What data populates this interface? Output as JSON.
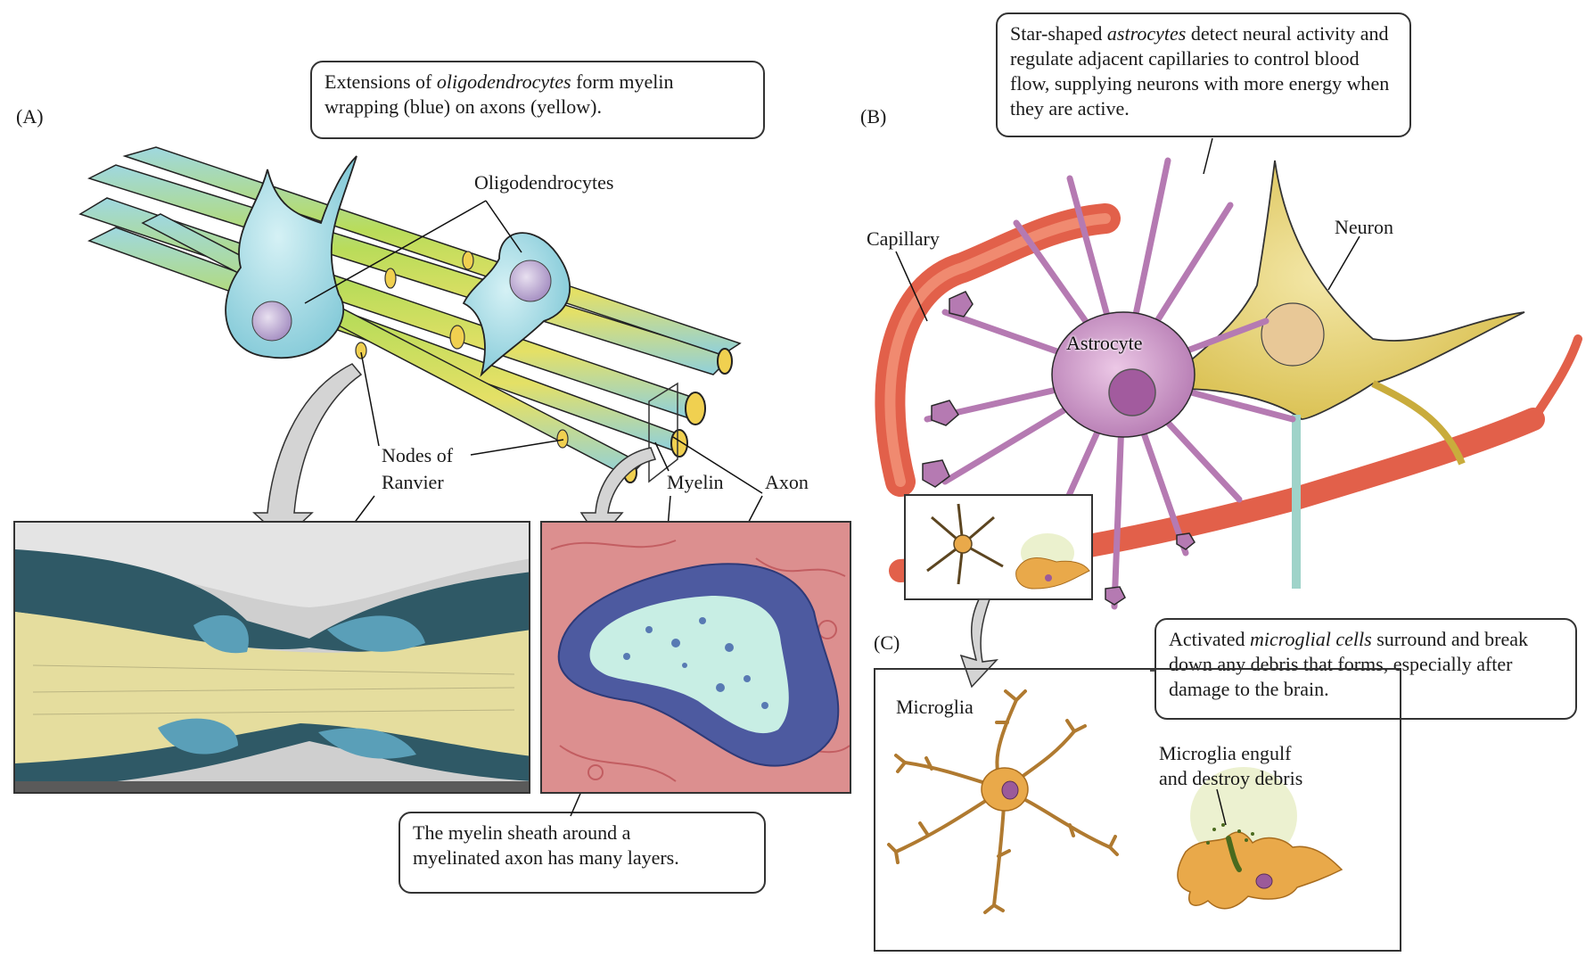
{
  "panels": {
    "a": {
      "label": "(A)",
      "callout": {
        "pre": "Extensions of ",
        "italic": "oligodendrocytes",
        "post": " form myelin wrapping (blue) on axons (yellow)."
      },
      "labels": {
        "oligodendrocytes": "Oligodendrocytes",
        "nodes_line1": "Nodes of",
        "nodes_line2": "Ranvier",
        "myelin": "Myelin",
        "axon": "Axon"
      },
      "bottom_callout": {
        "line1": "The myelin sheath around a",
        "line2": "myelinated axon has many layers."
      }
    },
    "b": {
      "label": "(B)",
      "callout": {
        "pre": "Star-shaped ",
        "italic": "astrocytes",
        "post": " detect neural activity and regulate adjacent capillaries to control blood flow, supplying neurons with more energy when they are active."
      },
      "labels": {
        "capillary": "Capillary",
        "neuron": "Neuron",
        "astrocyte": "Astrocyte"
      }
    },
    "c": {
      "label": "(C)",
      "callout": {
        "pre": "Activated ",
        "italic": "microglial cells",
        "post": " surround and break down any debris that forms, especially after damage to the brain."
      },
      "labels": {
        "microglia": "Microglia",
        "engulf_line1": "Microglia engulf",
        "engulf_line2": "and destroy debris"
      }
    }
  },
  "colors": {
    "myelin_blue": "#8fd0dc",
    "axon_yellow": "#e8e070",
    "astrocyte_purple": "#c58fc0",
    "neuron_yellow": "#e6cf6a",
    "capillary_red": "#e2604a",
    "microglia_orange": "#e9a94a",
    "em_red": "#d98a8a",
    "em_sheath": "#4a5a9e",
    "em_axon": "#c8eee4"
  }
}
